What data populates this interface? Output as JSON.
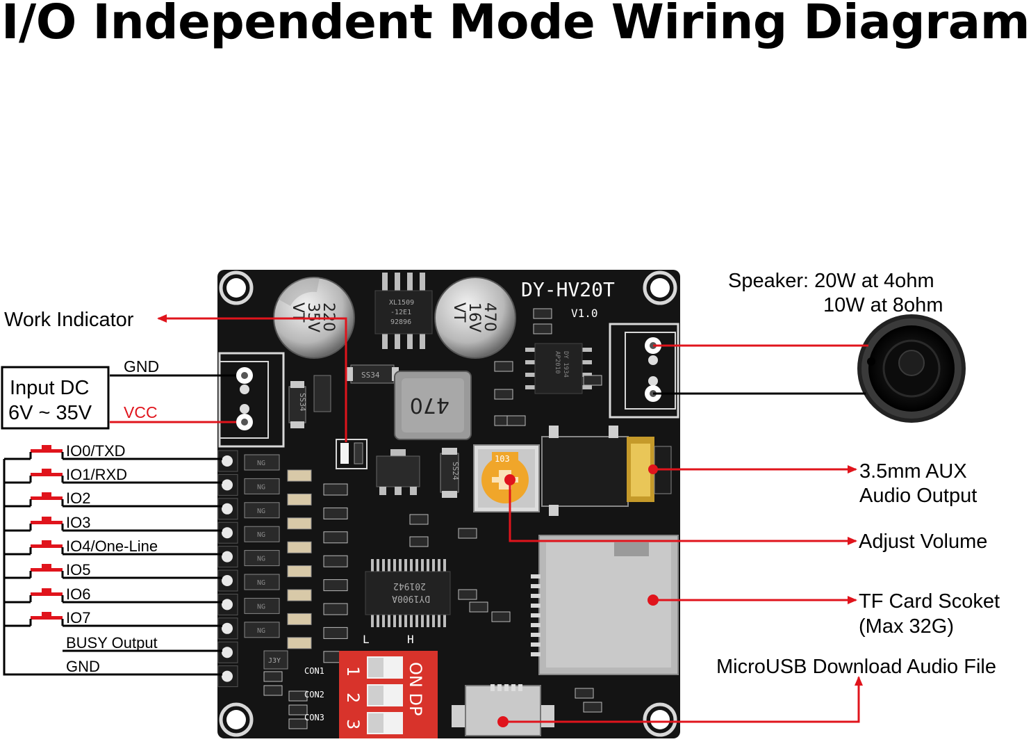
{
  "title": "I/O Independent Mode Wiring Diagram",
  "board": {
    "model": "DY-HV20T",
    "version": "V1.0",
    "inductor": "470",
    "pot": "103",
    "cap_left": [
      "220",
      "35V",
      "VT"
    ],
    "cap_right": [
      "470",
      "16V",
      "VT"
    ],
    "chip": [
      "DY1900A",
      "201942"
    ],
    "diode_top": "SS34",
    "diode_mid": "SS34",
    "diode_right": "SS24",
    "regulator": [
      "XL1509",
      "-12E1",
      "92896"
    ],
    "amp_chip": [
      "AP2010",
      "DY 1934"
    ],
    "dip_on": "ON DP",
    "dip_numbers": [
      "1",
      "2",
      "3"
    ],
    "lh_labels": [
      "L",
      "H"
    ],
    "con_labels": [
      "CON1",
      "CON2",
      "CON3"
    ],
    "transistor": "J3Y"
  },
  "labels": {
    "work_indicator": "Work Indicator",
    "input_dc_line1": "Input DC",
    "input_dc_line2": "6V ~ 35V",
    "gnd_top": "GND",
    "vcc": "VCC",
    "io": [
      "IO0/TXD",
      "IO1/RXD",
      "IO2",
      "IO3",
      "IO4/One-Line",
      "IO5",
      "IO6",
      "IO7"
    ],
    "busy": "BUSY Output",
    "gnd_bottom": "GND",
    "speaker_line1": "Speaker: 20W at 4ohm",
    "speaker_line2": "10W at 8ohm",
    "aux_line1": "3.5mm AUX",
    "aux_line2": "Audio Output",
    "volume": "Adjust Volume",
    "tf_line1": "TF Card Scoket",
    "tf_line2": "(Max 32G)",
    "usb": "MicroUSB Download Audio File"
  },
  "colors": {
    "pcb": "#141414",
    "wire_red": "#e0141c",
    "wire_black": "#000000",
    "dip_red": "#d8332b",
    "pot_orange": "#f0a62a"
  }
}
